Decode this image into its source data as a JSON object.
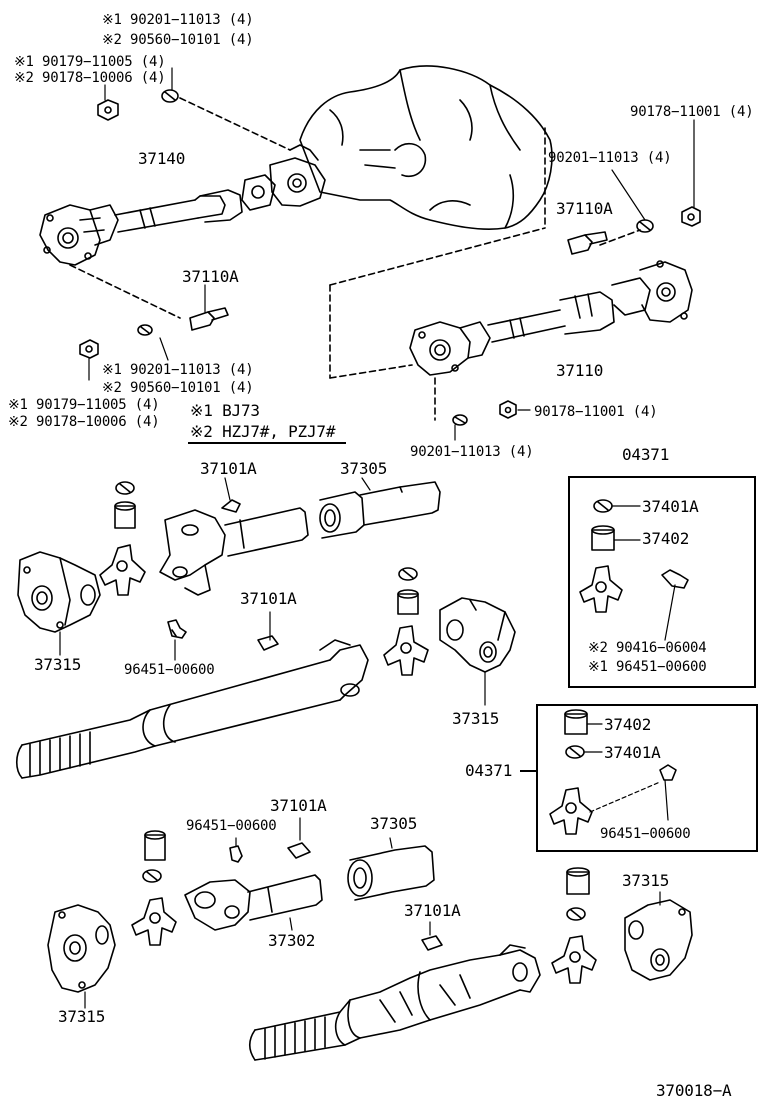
{
  "top": {
    "n1_a": "※1 90201−11013 (4)",
    "n1_b": "※2 90560−10101 (4)",
    "n2_a": "※1 90179−11005 (4)",
    "n2_b": "※2 90178−10006 (4)",
    "p37140": "37140",
    "p37110A_left": "37110A",
    "n3_a": "※1 90201−11013 (4)",
    "n3_b": "※2 90560−10101 (4)",
    "n4_a": "※1 90179−11005 (4)",
    "n4_b": "※2 90178−10006 (4)",
    "r_90178_top": "90178−11001 (4)",
    "r_90201_top": "90201−11013 (4)",
    "p37110A_right": "37110A",
    "p37110": "37110",
    "r_90178_bottom": "90178−11001 (4)",
    "r_90201_bottom": "90201−11013 (4)"
  },
  "legend": {
    "line1": "※1 BJ73",
    "line2": "※2 HZJ7#, PZJ7#"
  },
  "middle": {
    "p37101A_a": "37101A",
    "p37305_a": "37305",
    "p37101A_b": "37101A",
    "p37315_left": "37315",
    "p96451_left": "96451−00600",
    "p37315_right": "37315"
  },
  "kit1": {
    "title": "04371",
    "i1": "37401A",
    "i2": "37402",
    "i3": "※2 90416−06004",
    "i4": "※1 96451−00600"
  },
  "kit2": {
    "title": "04371",
    "i1": "37402",
    "i2": "37401A",
    "i3": "96451−00600"
  },
  "bottom": {
    "p37101A_a": "37101A",
    "p96451": "96451−00600",
    "p37305": "37305",
    "p37302": "37302",
    "p37101A_b": "37101A",
    "p37315_left": "37315",
    "p37315_right": "37315"
  },
  "footer": {
    "code": "370018−A"
  }
}
